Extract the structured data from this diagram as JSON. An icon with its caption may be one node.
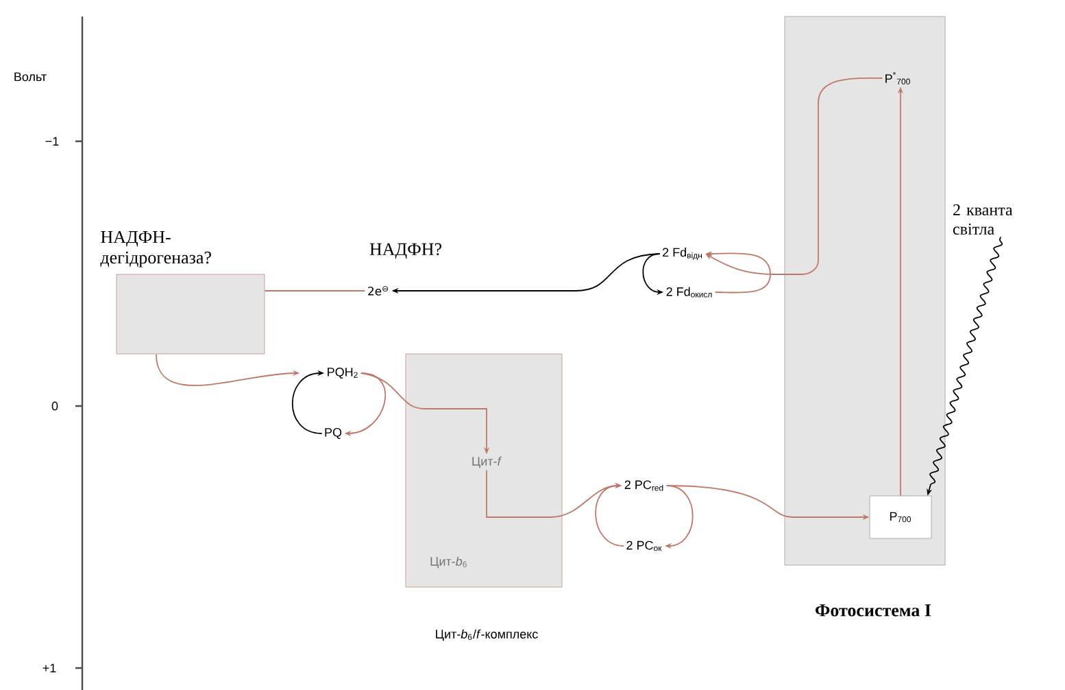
{
  "diagram": {
    "nodes": [
      {
        "text": [
          "НАДФН- дегідрогеназа?"
        ]
      },
      {
        "text": [
          "2e$^{⊖}$"
        ]
      },
      {
        "text": [
          "PQH$_{2}$"
        ]
      },
      {
        "text": [
          "PQ"
        ]
      },
      {
        "text": [
          "Цит-*b*$_{6}$",
          "Цит-*b*$_{6}$/*f*-комплекс"
        ]
      },
      {
        "text": [
          "Цит-*f*"
        ],
        "in": 4
      },
      {
        "text": [
          "2 PC$_{red}$"
        ]
      },
      {
        "text": [
          "2 PC$_{ок}$"
        ]
      },
      {
        "text": [
          "Фотосистема I"
        ]
      },
      {
        "text": [
          "P$^{*}$$_{700}$"
        ],
        "in": 8
      },
      {
        "text": [
          "P$_{700}$"
        ],
        "in": 8
      },
      {
        "text": [
          "2 Fd$_{відн}$"
        ]
      },
      {
        "text": [
          "2 Fd$_{окисл}$"
        ]
      },
      {
        "text": [
          "2 кванта світла"
        ]
      }
    ],
    "edges": [
      {
        "from": 1,
        "to": 0,
        "arrow": "none"
      },
      {
        "from": 0,
        "to": 2,
        "arrow": "to"
      },
      {
        "from": 3,
        "to": 2,
        "arrow": "to",
        "color": "#000000"
      },
      {
        "from": 2,
        "to": 3,
        "arrow": "to"
      },
      {
        "from": 2,
        "to": 5,
        "arrow": "to"
      },
      {
        "from": 5,
        "to": 6,
        "arrow": "to"
      },
      {
        "from": 7,
        "to": 6,
        "arrow": "to"
      },
      {
        "from": 6,
        "to": 7,
        "arrow": "to"
      },
      {
        "from": 6,
        "to": 10,
        "arrow": "to"
      },
      {
        "from": 10,
        "to": 9,
        "arrow": "to"
      },
      {
        "from": 9,
        "to": 11,
        "arrow": "to"
      },
      {
        "from": 12,
        "to": 11,
        "arrow": "to"
      },
      {
        "from": 11,
        "to": 12,
        "arrow": "to",
        "color": "#000000"
      },
      {
        "from": 11,
        "to": 1,
        "arrow": "to",
        "color": "#000000"
      },
      {
        "from": 13,
        "to": 10,
        "arrow": "to",
        "color": "#000000"
      }
    ],
    "labels": [
      "Вольт",
      "−1",
      "НАДФН?",
      "0",
      "+1"
    ]
  }
}
